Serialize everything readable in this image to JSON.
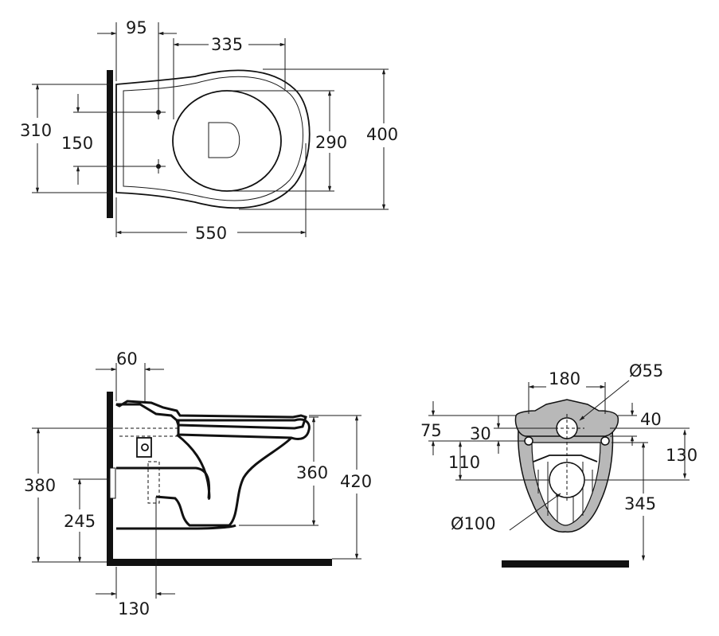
{
  "top_view": {
    "width_95": "95",
    "width_335": "335",
    "height_310": "310",
    "height_150": "150",
    "height_290": "290",
    "height_400": "400",
    "length_550": "550"
  },
  "side_view": {
    "depth_60": "60",
    "height_380": "380",
    "height_245": "245",
    "height_360": "360",
    "height_420": "420",
    "depth_130": "130"
  },
  "rear_view": {
    "width_180": "180",
    "dia_55": "Ø55",
    "h_75": "75",
    "h_30": "30",
    "h_40": "40",
    "h_110": "110",
    "h_130": "130",
    "h_345": "345",
    "dia_100": "Ø100"
  }
}
